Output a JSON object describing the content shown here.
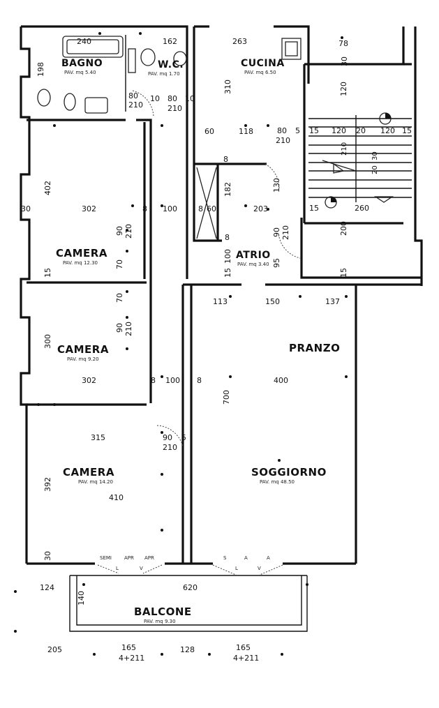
{
  "rooms": {
    "bagno": {
      "name": "BAGNO",
      "area": "PAV. mq 5.40"
    },
    "wc": {
      "name": "W.C.",
      "area": "PAV. mq 1.70"
    },
    "cucina": {
      "name": "CUCINA",
      "area": "PAV. mq 6.50"
    },
    "atrio": {
      "name": "ATRIO",
      "area": "PAV. mq 3.40"
    },
    "camera1": {
      "name": "CAMERA",
      "area": "PAV. mq 12.30"
    },
    "camera2": {
      "name": "CAMERA",
      "area": "PAV. mq 9.20"
    },
    "camera3": {
      "name": "CAMERA",
      "area": "PAV. mq 14.20"
    },
    "pranzo": {
      "name": "PRANZO"
    },
    "soggiorno": {
      "name": "SOGGIORNO",
      "area": "PAV. mq 48.50"
    },
    "balcone": {
      "name": "BALCONE",
      "area": "PAV. mq 9.30"
    }
  },
  "dimensions": {
    "d240": "240",
    "d162": "162",
    "d263": "263",
    "d78": "78",
    "d198": "198",
    "d30a": "30",
    "d120a": "120",
    "d310": "310",
    "d80a": "80",
    "d210a": "210",
    "d10a": "10",
    "d80b": "80",
    "d210b": "210",
    "d10b": "10",
    "d60a": "60",
    "d118": "118",
    "d80c": "80",
    "d5a": "5",
    "d210c": "210",
    "d15a": "15",
    "d120b": "120",
    "d20a": "20",
    "d120c": "120",
    "d15b": "15",
    "d402": "402",
    "d30b": "30",
    "d302a": "302",
    "d8a": "8",
    "d100a": "100",
    "d8b": "8",
    "d60b": "60",
    "d182": "182",
    "d8c": "8",
    "d130": "130",
    "d203": "203",
    "d15c": "15",
    "d260": "260",
    "d210d": "210",
    "d30c": "30",
    "d20b": "20",
    "d90a": "90",
    "d210e": "210",
    "d90b": "90",
    "d210f": "210",
    "d200": "200",
    "d8d": "8",
    "d70a": "70",
    "d15d": "15",
    "d100b": "100",
    "d95": "95",
    "d15e": "15",
    "d113": "113",
    "d150": "150",
    "d137": "137",
    "d70b": "70",
    "d300": "300",
    "d90c": "90",
    "d210g": "210",
    "d302b": "302",
    "d8e": "8",
    "d100c": "100",
    "d8f": "8",
    "d400": "400",
    "d700": "700",
    "d315": "315",
    "d90d": "90",
    "d5b": "5",
    "d210h": "210",
    "d392": "392",
    "d410": "410",
    "d30d": "30",
    "semi": "SEMI",
    "apr1": "APR",
    "apr2": "APR",
    "sa1": "S",
    "sa2": "A",
    "sa3": "A",
    "l1": "L",
    "v1": "V",
    "l2": "L",
    "v2": "V",
    "d124": "124",
    "d620": "620",
    "d140": "140",
    "d205": "205",
    "d165a": "165",
    "d4211a": "4+211",
    "d128": "128",
    "d165b": "165",
    "d4211b": "4+211"
  }
}
